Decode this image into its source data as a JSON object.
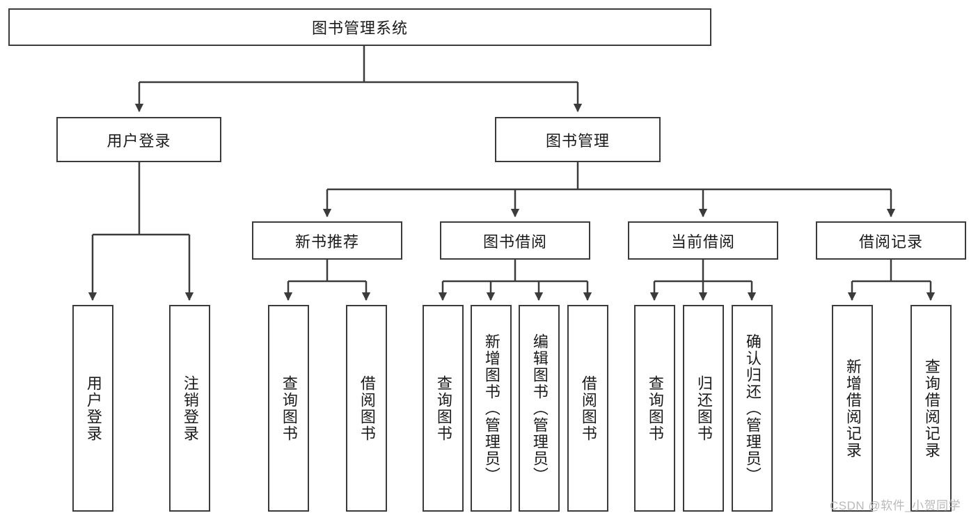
{
  "diagram": {
    "title": "图书管理系统",
    "type": "hierarchy-tree",
    "root": {
      "label": "图书管理系统"
    },
    "level2": [
      {
        "label": "用户登录"
      },
      {
        "label": "图书管理"
      }
    ],
    "level3": [
      {
        "label": "新书推荐"
      },
      {
        "label": "图书借阅"
      },
      {
        "label": "当前借阅"
      },
      {
        "label": "借阅记录"
      }
    ],
    "leaves": {
      "user_login": [
        {
          "label": "用户登录"
        },
        {
          "label": "注销登录"
        }
      ],
      "new_book_recommend": [
        {
          "label": "查询图书"
        },
        {
          "label": "借阅图书"
        }
      ],
      "book_borrow": [
        {
          "label": "查询图书"
        },
        {
          "label": "新增图书（管理员）"
        },
        {
          "label": "编辑图书（管理员）"
        },
        {
          "label": "借阅图书"
        }
      ],
      "current_borrow": [
        {
          "label": "查询图书"
        },
        {
          "label": "归还图书"
        },
        {
          "label": "确认归还（管理员）"
        }
      ],
      "borrow_record": [
        {
          "label": "新增借阅记录"
        },
        {
          "label": "查询借阅记录"
        }
      ]
    },
    "watermark": "CSDN @软件_小贺同学",
    "colors": {
      "stroke": "#3b3b3b",
      "fill": "#ffffff",
      "text": "#1a1a1a",
      "watermark": "#b9b9b9"
    }
  }
}
